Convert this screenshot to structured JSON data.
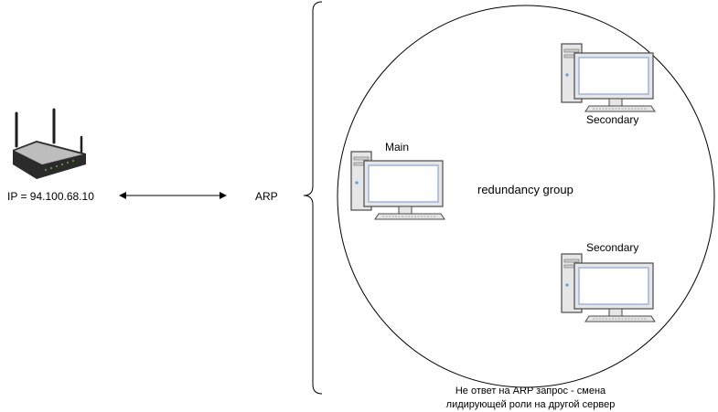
{
  "router": {
    "ip_label": "IP = 94.100.68.10"
  },
  "arp_label": "ARP",
  "group": {
    "label": "redundancy group"
  },
  "servers": {
    "main_label": "Main",
    "secondary_1_label": "Secondary",
    "secondary_2_label": "Secondary"
  },
  "note": {
    "text": "Не ответ на ARP запрос - смена лидирующей роли на другой сервер"
  },
  "colors": {
    "line": "#000000",
    "monitor_body": "#e6e6e6",
    "screen_border": "#9ab6e0",
    "router_body": "#2b2b2b"
  },
  "icons": {
    "router": "wireless-router-icon",
    "computer": "desktop-computer-icon"
  }
}
